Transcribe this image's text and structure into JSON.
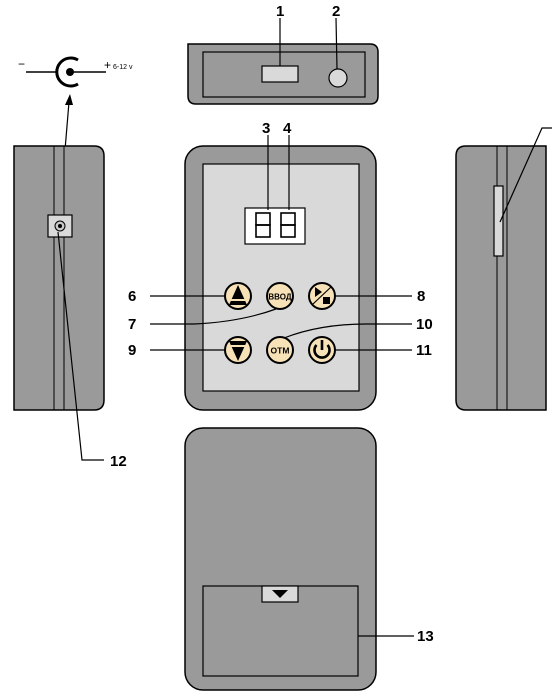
{
  "callouts": {
    "n1": "1",
    "n2": "2",
    "n3": "3",
    "n4": "4",
    "n6": "6",
    "n7": "7",
    "n8": "8",
    "n9": "9",
    "n10": "10",
    "n11": "11",
    "n12": "12",
    "n13": "13"
  },
  "power_jack": {
    "minus": "−",
    "plus": "+",
    "voltage": "6-12 v"
  },
  "display": {
    "digits": "88"
  },
  "buttons": {
    "enter": "ВВОД",
    "cancel": "ОТМ"
  },
  "colors": {
    "body": "#9a9a9a",
    "body_dark": "#8a8a8a",
    "panel": "#d9d9d9",
    "button_fill": "#f7e2b8",
    "outline": "#000000"
  }
}
